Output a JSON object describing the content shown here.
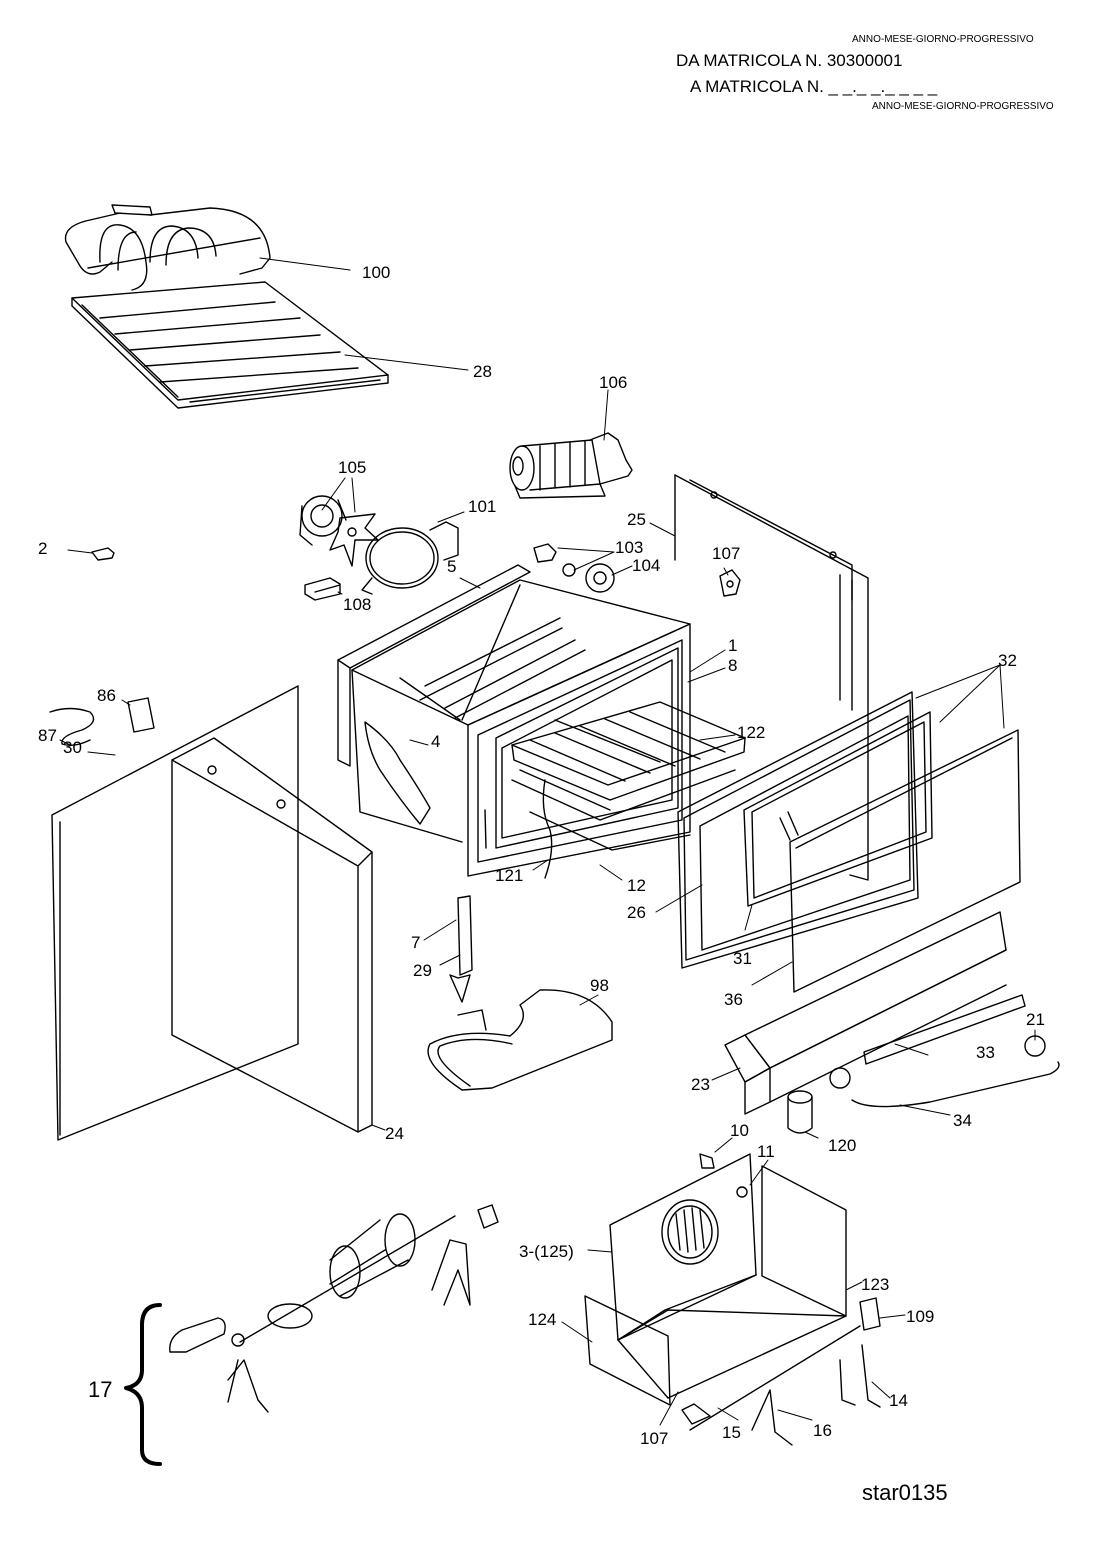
{
  "header": {
    "line_top": "ANNO-MESE-GIORNO-PROGRESSIVO",
    "from_serial_label": "DA MATRICOLA  N. 30300001",
    "to_serial_label": "A MATRICOLA  N. _ _._ _._ _ _ _",
    "line_bottom": "ANNO-MESE-GIORNO-PROGRESSIVO"
  },
  "parts": {
    "p100": "100",
    "p28": "28",
    "p106": "106",
    "p105": "105",
    "p101": "101",
    "p2": "2",
    "p25": "25",
    "p103": "103",
    "p104": "104",
    "p107a": "107",
    "p5": "5",
    "p108": "108",
    "p1": "1",
    "p8": "8",
    "p32": "32",
    "p86": "86",
    "p87": "87",
    "p30": "30",
    "p4": "4",
    "p122": "122",
    "p121": "121",
    "p12": "12",
    "p26": "26",
    "p31": "31",
    "p7": "7",
    "p29": "29",
    "p98": "98",
    "p36": "36",
    "p21": "21",
    "p33": "33",
    "p23": "23",
    "p34": "34",
    "p120": "120",
    "p24": "24",
    "p10": "10",
    "p11": "11",
    "p3_125": "3-(125)",
    "p123": "123",
    "p124": "124",
    "p109": "109",
    "p17": "17",
    "p14": "14",
    "p107b": "107",
    "p15": "15",
    "p16": "16"
  },
  "footer": {
    "code": "star0135"
  }
}
